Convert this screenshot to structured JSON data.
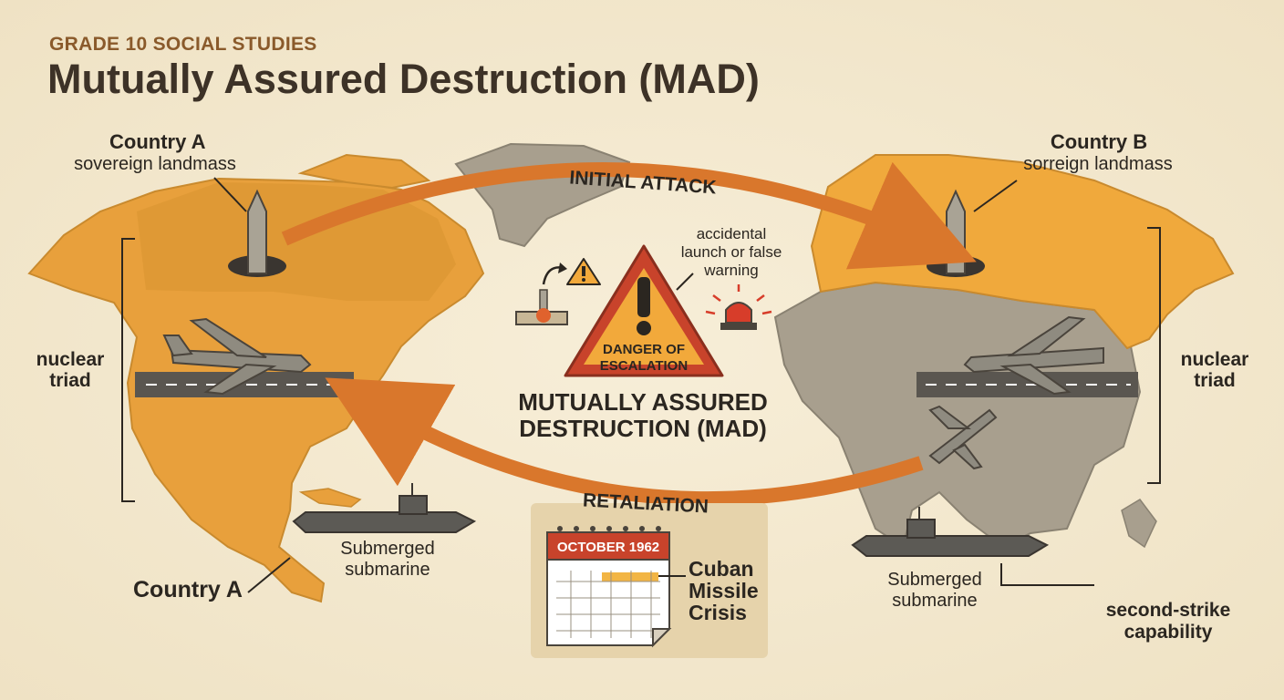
{
  "header": {
    "subtitle": "GRADE 10 SOCIAL STUDIES",
    "title": "Mutually Assured Destruction (MAD)"
  },
  "country_a": {
    "name": "Country A",
    "landmass": "sovereign landmass",
    "bottom_label": "Country A",
    "triad_line1": "nuclear",
    "triad_line2": "triad",
    "sub_line1": "Submerged",
    "sub_line2": "submarine"
  },
  "country_b": {
    "name": "Country B",
    "landmass": "sorreign landmass",
    "triad_line1": "nuclear",
    "triad_line2": "triad",
    "sub_line1": "Submerged",
    "sub_line2": "submarine",
    "second_line1": "second-strike",
    "second_line2": "capability"
  },
  "arrows": {
    "initial": "INITIAL ATTACK",
    "retaliation": "RETALIATION"
  },
  "center": {
    "danger_line1": "DANGER OF",
    "danger_line2": "ESCALATION",
    "mad_line1": "MUTUALLY ASSURED",
    "mad_line2": "DESTRUCTION (MAD)",
    "accident_line1": "accidental",
    "accident_line2": "launch or false",
    "accident_line3": "warning"
  },
  "calendar": {
    "month": "OCTOBER 1962",
    "event_line1": "Cuban",
    "event_line2": "Missile",
    "event_line3": "Crisis"
  },
  "colors": {
    "land_orange": "#e8a03c",
    "land_grey": "#a89f8e",
    "arrow": "#d9772c",
    "warning_red": "#c8432b",
    "warning_yellow": "#f2a93b"
  }
}
